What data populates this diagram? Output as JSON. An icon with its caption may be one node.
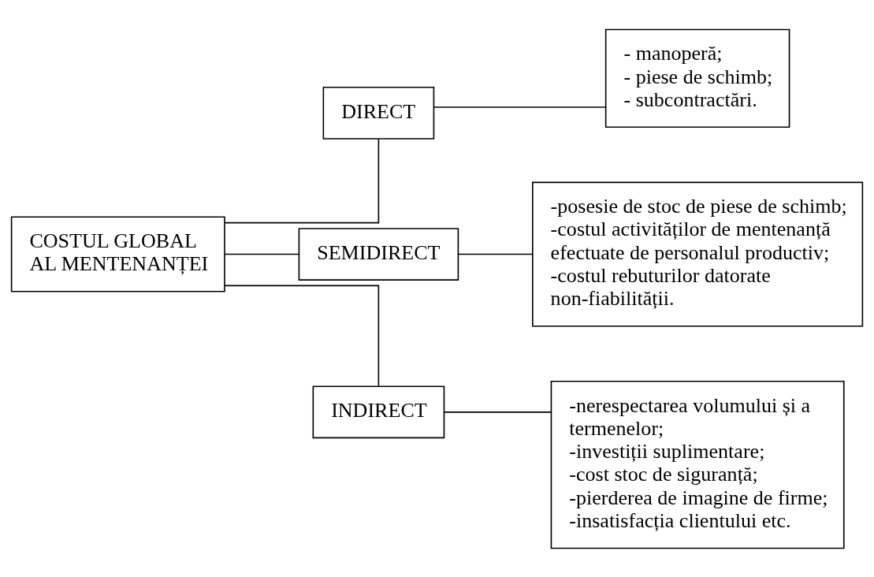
{
  "diagram": {
    "nodes": [
      {
        "text": [
          "COSTUL GLOBAL AL MENTENANȚEI"
        ]
      },
      {
        "text": [
          "DIRECT"
        ]
      },
      {
        "text": [
          "SEMIDIRECT"
        ]
      },
      {
        "text": [
          "INDIRECT"
        ]
      },
      {
        "text": [
          "- manoperă;",
          "- piese de schimb;",
          "- subcontractări."
        ]
      },
      {
        "text": [
          "-posesie de stoc de piese de schimb;",
          "-costul activităților de mentenanță efectuate de personalul productiv;",
          "-costul rebuturilor datorate non-fiabilității."
        ]
      },
      {
        "text": [
          "-nerespectarea volumului și a termenelor;",
          "-investiții suplimentare;",
          "-cost stoc de siguranță;",
          "-pierderea de imagine de firme;",
          "-insatisfacția clientului etc."
        ]
      }
    ],
    "edges": [
      {
        "from": 0,
        "to": 1,
        "arrow": "none"
      },
      {
        "from": 0,
        "to": 2,
        "arrow": "none"
      },
      {
        "from": 0,
        "to": 3,
        "arrow": "none"
      },
      {
        "from": 1,
        "to": 4,
        "arrow": "none"
      },
      {
        "from": 2,
        "to": 5,
        "arrow": "none"
      },
      {
        "from": 3,
        "to": 6,
        "arrow": "none"
      }
    ]
  }
}
